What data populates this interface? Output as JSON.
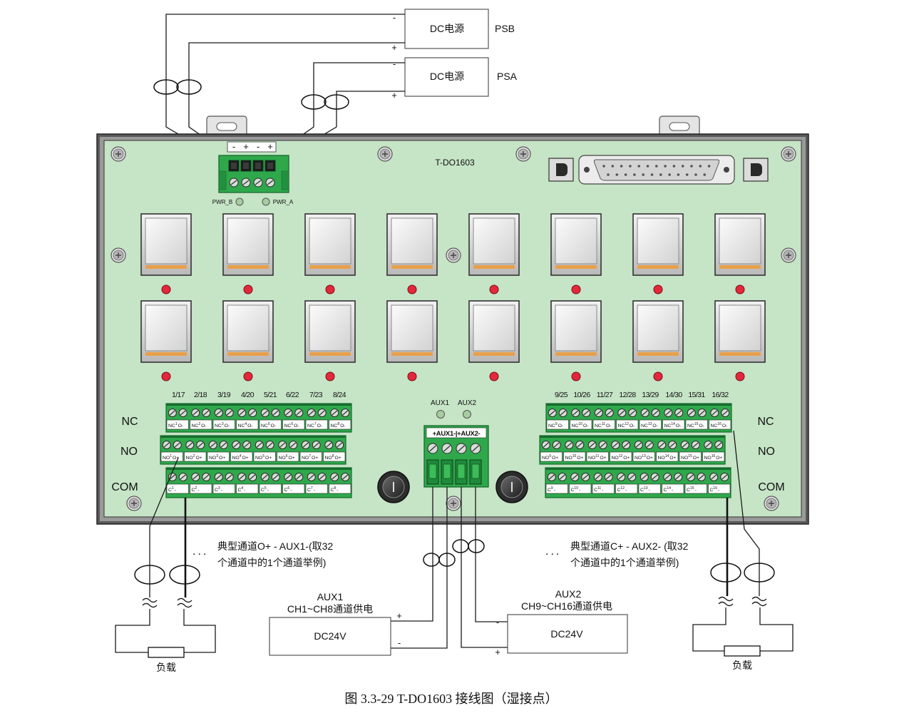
{
  "power_supplies": [
    {
      "label": "DC电源",
      "name": "PSB",
      "minus": "-",
      "plus": "+"
    },
    {
      "label": "DC电源",
      "name": "PSA",
      "minus": "-",
      "plus": "+"
    }
  ],
  "module": {
    "model": "T-DO1603",
    "power_terminal_marks": [
      "-",
      "+",
      "-",
      "+"
    ],
    "pwr_b": "PWR_B",
    "pwr_a": "PWR_A",
    "channel_labels_left": [
      "1/17",
      "2/18",
      "3/19",
      "4/20",
      "5/21",
      "6/22",
      "7/23",
      "8/24"
    ],
    "channel_labels_right": [
      "9/25",
      "10/26",
      "11/27",
      "12/28",
      "13/29",
      "14/30",
      "15/31",
      "16/32"
    ],
    "row_labels": {
      "nc": "NC",
      "no": "NO",
      "com": "COM"
    },
    "terminal_text": {
      "nc_prefix": "NC",
      "nc_suffix": "O-",
      "no_prefix": "NO",
      "no_suffix": "O+",
      "com_prefix": "C",
      "com_suffix": "-"
    },
    "channels_left": [
      "1",
      "2",
      "3",
      "4",
      "5",
      "6",
      "7",
      "8"
    ],
    "channels_right": [
      "9",
      "10",
      "11",
      "12",
      "13",
      "14",
      "15",
      "16"
    ],
    "aux_leds": [
      "AUX1",
      "AUX2"
    ],
    "aux_terminal_label": "+AUX1-|+AUX2-"
  },
  "notes": [
    {
      "ellipsis": "...",
      "line1": "典型通道O+ - AUX1-(取32",
      "line2": "个通道中的1个通道举例)"
    },
    {
      "ellipsis": "...",
      "line1": "典型通道C+ - AUX2- (取32",
      "line2": "个通道中的1个通道举例)"
    }
  ],
  "aux_supplies": [
    {
      "title": "AUX1",
      "subtitle": "CH1~CH8通道供电",
      "label": "DC24V",
      "plus": "+",
      "minus": "-"
    },
    {
      "title": "AUX2",
      "subtitle": "CH9~CH16通道供电",
      "label": "DC24V",
      "plus": "+",
      "minus": "-"
    }
  ],
  "loads": [
    "负载",
    "负载"
  ],
  "caption": "图 3.3-29 T-DO1603 接线图（湿接点）",
  "colors": {
    "panel": "#c6e4c6",
    "frame": "#5a5a5a",
    "terminal": "#2fa84c",
    "terminal_dark": "#166b2c",
    "relay_stripe": "#e8a04a",
    "led_red": "#e3283c",
    "led_off": "#a8cca2"
  }
}
